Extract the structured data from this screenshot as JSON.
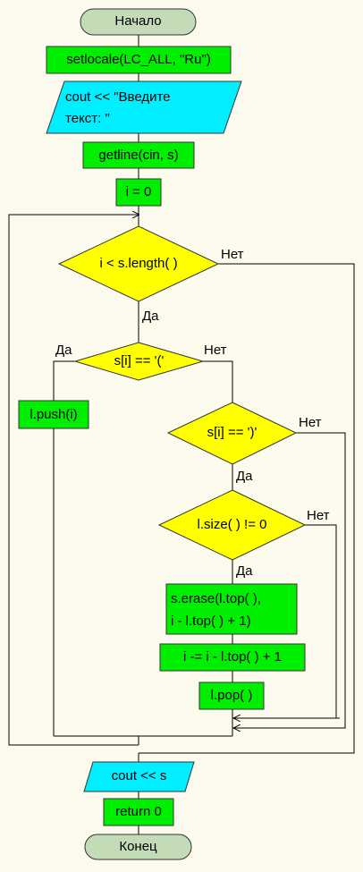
{
  "flowchart": {
    "start": "Начало",
    "setlocale": "setlocale(LC_ALL, \"Ru\")",
    "prompt_line1": "cout << \"Введите",
    "prompt_line2": "текст: \"",
    "getline": "getline(cin, s)",
    "init_i": "i = 0",
    "cond_loop": "i < s.length( )",
    "cond_open": "s[i] == '('",
    "push": "l.push(i)",
    "cond_close": "s[i] == ')'",
    "cond_size": "l.size( ) != 0",
    "erase_line1": "s.erase(l.top( ),",
    "erase_line2": "i - l.top( ) + 1)",
    "dec_i": "i -= i - l.top( ) + 1",
    "pop": "l.pop( )",
    "output": "cout << s",
    "return": "return 0",
    "end": "Конец",
    "yes": "Да",
    "no": "Нет"
  },
  "colors": {
    "terminal": "#c3dcb7",
    "process": "#00ee00",
    "io": "#00eeff",
    "decision": "#ffff00",
    "background": "#fdfbee"
  }
}
